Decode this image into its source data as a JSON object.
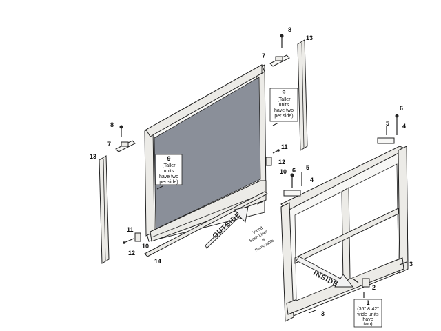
{
  "callouts": {
    "c8_top": "8",
    "c13_top": "13",
    "c7_top": "7",
    "c8_left": "8",
    "c7_left": "7",
    "c13_left": "13",
    "c11_mid": "11",
    "c12_mid": "12",
    "c10_mid": "10",
    "c11_low": "11",
    "c10_low": "10",
    "c12_low": "12",
    "c14": "14",
    "c6_right": "6",
    "c5_right": "5",
    "c4_right": "4",
    "c6_mid": "6",
    "c5_mid": "5",
    "c4_mid": "4",
    "c3_right": "3",
    "c3_bottom": "3",
    "c2": "2"
  },
  "notes": {
    "taller_units_right": {
      "num": "9",
      "lines": [
        "(Taller",
        "units",
        "have two",
        "per side)"
      ]
    },
    "taller_units_left": {
      "num": "9",
      "lines": [
        "(Taller",
        "units",
        "have two",
        "per side)"
      ]
    },
    "wide_units": {
      "num": "1",
      "lines": [
        "(36\" & 42\"",
        "wide units",
        "have",
        "two)"
      ]
    }
  },
  "arrows": {
    "outside": "OUTSIDE",
    "inside": "INSIDE"
  },
  "wood_note": [
    "Wood",
    "Sash Liner",
    "is",
    "Removable"
  ],
  "colors": {
    "screen_mesh": "#8a8f99",
    "line": "#222222"
  }
}
